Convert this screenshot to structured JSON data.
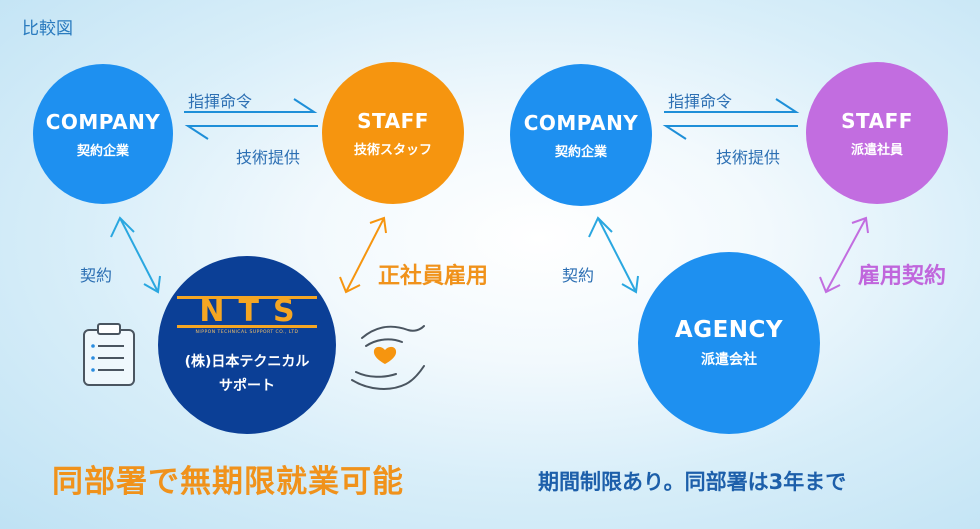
{
  "title": "比較図",
  "left": {
    "company": {
      "en": "COMPANY",
      "jp": "契約企業"
    },
    "staff": {
      "en": "STAFF",
      "jp": "技術スタッフ"
    },
    "arrow_top": "指揮命令",
    "arrow_bottom": "技術提供",
    "contract": "契約",
    "employment": "正社員雇用",
    "nts": {
      "logo": "NTS",
      "logo_sub": "NIPPON TECHNICAL SUPPORT CO., LTD",
      "line1": "(株)日本テクニカル",
      "line2": "サポート"
    },
    "note": "同部署で無期限就業可能"
  },
  "right": {
    "company": {
      "en": "COMPANY",
      "jp": "契約企業"
    },
    "staff": {
      "en": "STAFF",
      "jp": "派遣社員"
    },
    "arrow_top": "指揮命令",
    "arrow_bottom": "技術提供",
    "contract": "契約",
    "employment": "雇用契約",
    "agency": {
      "en": "AGENCY",
      "jp": "派遣会社"
    },
    "note": "期間制限あり。同部署は3年まで"
  },
  "icons": [
    "clipboard-icon",
    "caring-hands-heart-icon"
  ],
  "colors": {
    "blue": "#1e90f0",
    "orange": "#f6950f",
    "purple": "#c26de0",
    "navy": "#0b3f96",
    "arrow": "#1e8fd8"
  }
}
